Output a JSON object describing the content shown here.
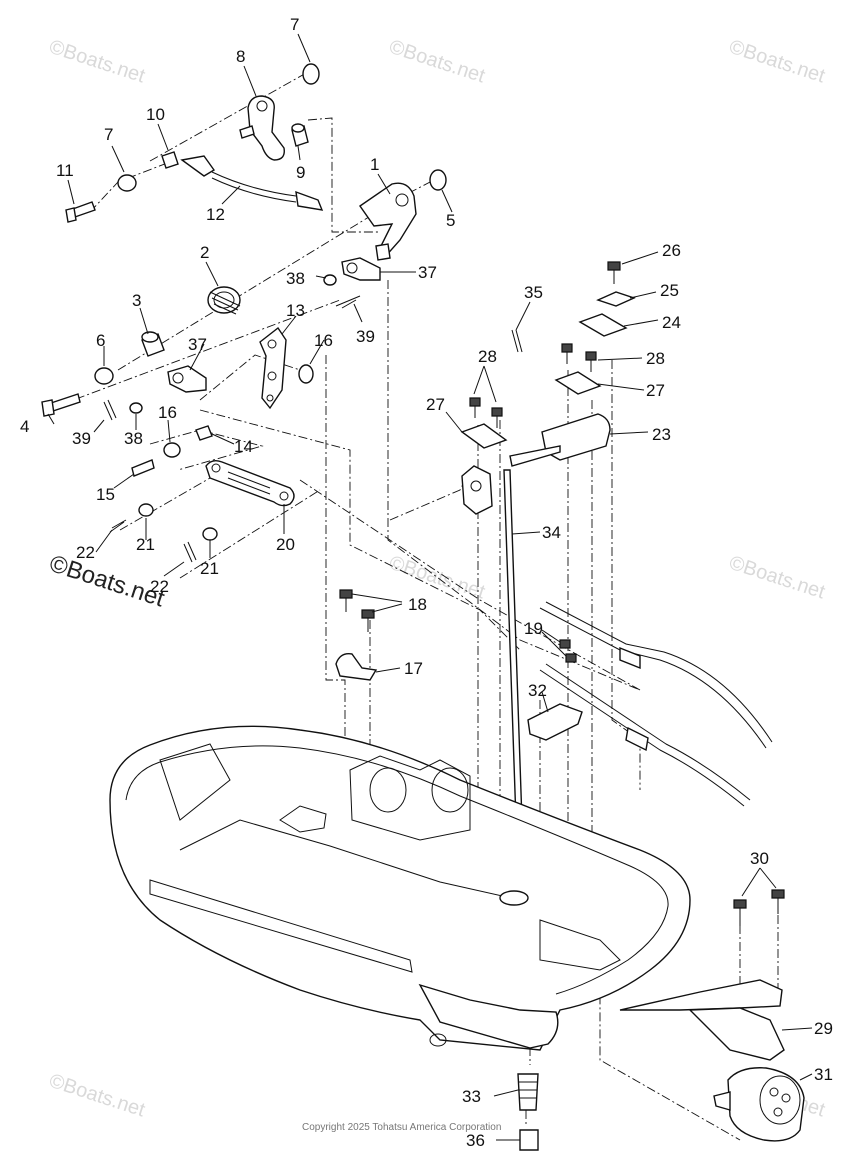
{
  "watermarks": [
    "©Boats.net",
    "©Boats.net",
    "©Boats.net",
    "©Boats.net",
    "©Boats.net",
    "©Boats.net",
    "©Boats.net"
  ],
  "watermark_main": "©Boats.net",
  "copyright": "Copyright 2025 Tohatsu America Corporation",
  "callouts": [
    "7",
    "8",
    "10",
    "7",
    "11",
    "9",
    "12",
    "1",
    "5",
    "2",
    "38",
    "37",
    "3",
    "13",
    "37",
    "6",
    "16",
    "39",
    "4",
    "39",
    "38",
    "16",
    "14",
    "15",
    "21",
    "22",
    "20",
    "22",
    "21",
    "35",
    "28",
    "27",
    "27",
    "26",
    "25",
    "24",
    "28",
    "23",
    "34",
    "18",
    "19",
    "17",
    "32",
    "30",
    "29",
    "31",
    "33",
    "36"
  ]
}
